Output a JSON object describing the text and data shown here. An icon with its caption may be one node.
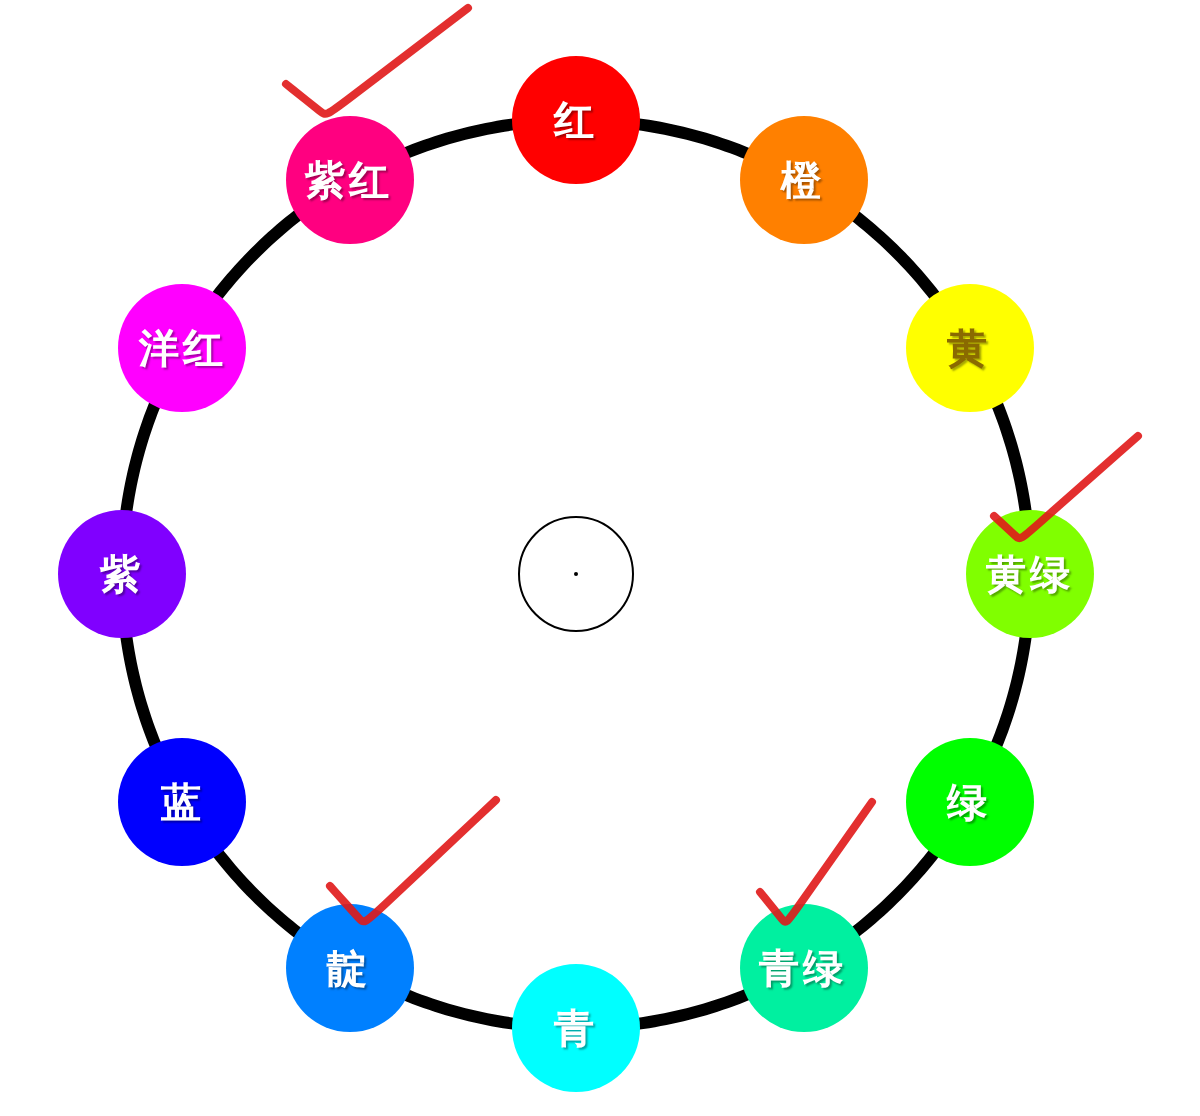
{
  "diagram": {
    "nodes": [
      {
        "text": [
          "红"
        ]
      },
      {
        "text": [
          "橙"
        ]
      },
      {
        "text": [
          "黄"
        ]
      },
      {
        "text": [
          "黄绿"
        ]
      },
      {
        "text": [
          "绿"
        ]
      },
      {
        "text": [
          "青绿"
        ]
      },
      {
        "text": [
          "青"
        ]
      },
      {
        "text": [
          "靛"
        ]
      },
      {
        "text": [
          "蓝"
        ]
      },
      {
        "text": [
          "紫"
        ]
      },
      {
        "text": [
          "洋红"
        ]
      },
      {
        "text": [
          "紫红"
        ]
      },
      {
        "text": [],
        "shape": "circle"
      }
    ],
    "edges": [
      {
        "from": 0,
        "to": 1,
        "arrow": "none"
      },
      {
        "from": 1,
        "to": 2,
        "arrow": "none"
      },
      {
        "from": 2,
        "to": 3,
        "arrow": "none"
      },
      {
        "from": 3,
        "to": 4,
        "arrow": "none"
      },
      {
        "from": 4,
        "to": 5,
        "arrow": "none"
      },
      {
        "from": 5,
        "to": 6,
        "arrow": "none"
      },
      {
        "from": 6,
        "to": 7,
        "arrow": "none"
      },
      {
        "from": 7,
        "to": 8,
        "arrow": "none"
      },
      {
        "from": 8,
        "to": 9,
        "arrow": "none"
      },
      {
        "from": 9,
        "to": 10,
        "arrow": "none"
      },
      {
        "from": 10,
        "to": 11,
        "arrow": "none"
      },
      {
        "from": 11,
        "to": 0,
        "arrow": "none"
      }
    ]
  }
}
